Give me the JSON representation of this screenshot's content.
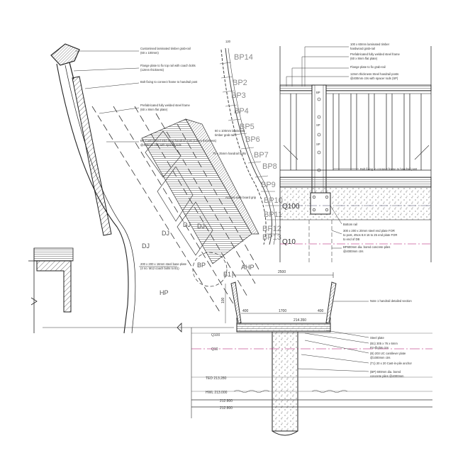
{
  "section_a": {
    "notes": {
      "grab_rail_1": "Customised laminated timber grab-rail",
      "grab_rail_2": "(60 x 100mm)",
      "flange_1": "Flange plate to fix top rail with coach bolts",
      "flange_2": "(12mm thickness)",
      "bolt_fixing": "Bolt fixing to connect frame to handrail post",
      "frame_1": "Prefabricated fully welded steel frame",
      "frame_2": "(60 x 8mm flat plate)",
      "bp_post_1": "BP Customised mild steel handrail post (12mm thickness)",
      "bp_post_2": "@400mm ctrs with spacer rods",
      "base_plate_1": "200 x 200 x 16mm steel base plate",
      "base_plate_2": "(4 no. M12 coach bolts to B1)"
    },
    "labels": {
      "dj1": "DJ",
      "dj2": "DJ",
      "dj3": "DJ",
      "dj4": "DJ",
      "bp": "BP",
      "b1": "B1",
      "ahp": "AHP",
      "hp": "HP"
    }
  },
  "plan_posts": {
    "top_dim": "120",
    "labels": [
      "BP14",
      "BP2",
      "BP3",
      "BP4",
      "BP5",
      "BP6",
      "BP7",
      "BP8",
      "BP9",
      "BP10",
      "BP11",
      "BP12",
      "BP13"
    ],
    "note_small_1": "60 x 100mm laminated",
    "note_small_2": "timber grab-rail",
    "note_handrail": "75 x 25mm handrail bolts",
    "note_access": "Access walk board grip"
  },
  "elevation": {
    "notes": {
      "timber_1": "100 x 60mm laminated timber",
      "timber_2": "hardwood grab-rail",
      "prefab_1": "Prefabricated fully welded steel frame",
      "prefab_2": "(60 x 8mm flat plate)",
      "flange": "Flange plate to fix grab-rail",
      "post_1": "12mm thickness Steel handrail posts",
      "post_2": "@400mm ctrs with spacer rods (SP)",
      "bolt": "Bolt fixing to connect frame to handrail post",
      "bottom_rail": "Bottom rail",
      "plate_1": "300 x 200 x 20mm steel end plate FOR",
      "plate_2": "to post, 4Nos 8.8 16 to 25 end plate FOR",
      "plate_3": "to end of DB",
      "pile_1": "BP600mm dia. bored concrete piles",
      "pile_2": "@4000mm ctrs"
    },
    "levels": {
      "q100": "Q100",
      "q10": "Q10"
    },
    "tags": {
      "bp": "BP",
      "sp1": "SP",
      "sp2": "SP"
    }
  },
  "section_b": {
    "dims": {
      "overall": "2500",
      "left": "400",
      "mid": "1700",
      "right": "400",
      "height": "100",
      "level_top": "214.350"
    },
    "levels": {
      "q100": "Q100",
      "q10": "Q10",
      "ted": "TED 213.280",
      "hwl": "HWL 213.000",
      "l212": "212.800",
      "l211": "212.800"
    },
    "notes": {
      "handrail": "Note 1 handrail detailed section",
      "steel_plate": "Steel plate",
      "ub_1": "(B1) 305 x 76 x 6mm",
      "ub_2": "Fin-flights ctrs",
      "uc_1": "(B) 203 UC cantilever plate",
      "uc_2": "@1000mm ctrs",
      "tie": "(T1) 20 x 20 Cast-in-pile anchor",
      "pile_1": "(BP) 600mm dia. bored",
      "pile_2": "concrete piles @4000mm"
    }
  }
}
